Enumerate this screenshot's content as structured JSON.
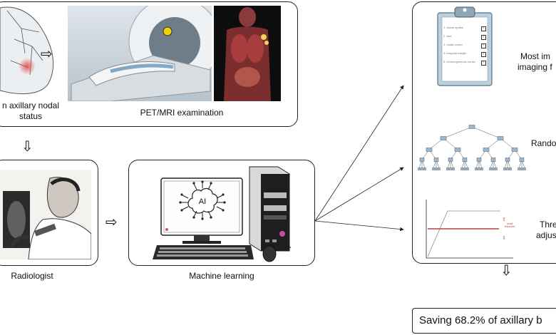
{
  "stages": {
    "axillary_label_line1": "n axillary nodal",
    "axillary_label_line2": "status",
    "pet_mri_label": "PET/MRI examination",
    "radiologist_label": "Radiologist",
    "machine_learning_label": "Machine learning",
    "ai_chip_text": "AI"
  },
  "outcomes": {
    "features_line1": "Most im",
    "features_line2": "imaging f",
    "random_forest": "Rando",
    "threshold_line1": "Thre",
    "threshold_line2": "adjus",
    "threshold_chart_line1": "recall",
    "threshold_chart_line2": "threshold",
    "saving_text": "Saving 68.2% of axillary b"
  },
  "checklist": {
    "items": [
      "1. tissue uptake",
      "2. size",
      "3. nodal border",
      "4. irregular margin",
      "5. inhomogeneous cortex"
    ]
  },
  "colors": {
    "line": "#222222",
    "clipboard_fill": "#b8d0e0",
    "tree_node": "#9fb6cc",
    "threshold_line": "#b84444"
  }
}
